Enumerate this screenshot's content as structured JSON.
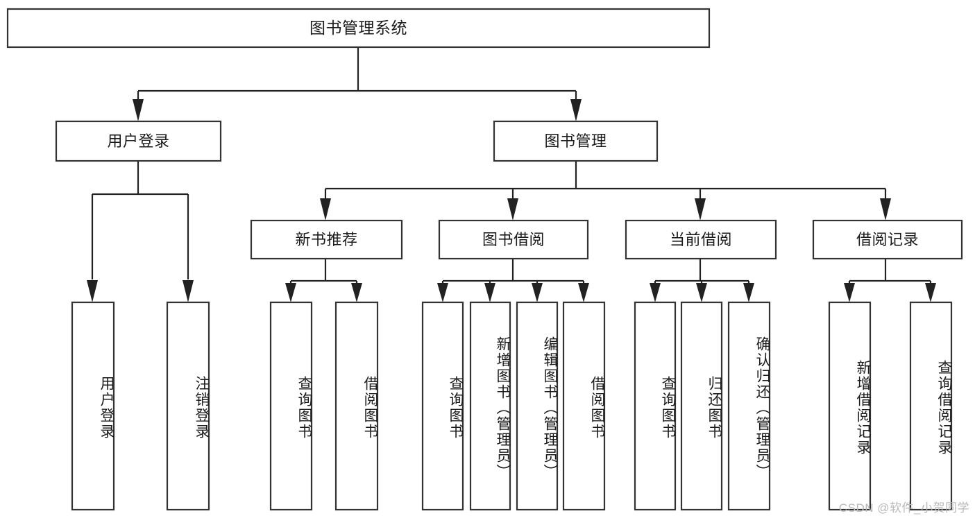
{
  "diagram": {
    "type": "tree",
    "title": "图书管理系统",
    "watermark": "CSDN @软件_小贺同学",
    "colors": {
      "box_stroke": "#333333",
      "box_fill": "#ffffff",
      "connector": "#222222",
      "text": "#1b1b1b",
      "watermark": "#b9b9b9",
      "background": "#ffffff"
    },
    "nodes": {
      "root": {
        "label": "图书管理系统",
        "level": 1,
        "orientation": "horizontal"
      },
      "l2_user_login": {
        "label": "用户登录",
        "level": 2,
        "orientation": "horizontal"
      },
      "l2_book_manage": {
        "label": "图书管理",
        "level": 2,
        "orientation": "horizontal"
      },
      "l3_new_book_rec": {
        "label": "新书推荐",
        "level": 3,
        "orientation": "horizontal"
      },
      "l3_book_borrow": {
        "label": "图书借阅",
        "level": 3,
        "orientation": "horizontal"
      },
      "l3_current_borrow": {
        "label": "当前借阅",
        "level": 3,
        "orientation": "horizontal"
      },
      "l3_borrow_record": {
        "label": "借阅记录",
        "level": 3,
        "orientation": "horizontal"
      },
      "l4_user_login": {
        "label": "用户登录",
        "level": 4,
        "orientation": "vertical"
      },
      "l4_logout_login": {
        "label": "注销登录",
        "level": 4,
        "orientation": "vertical"
      },
      "l4_query_book_a": {
        "label": "查询图书",
        "level": 4,
        "orientation": "vertical"
      },
      "l4_borrow_book_a": {
        "label": "借阅图书",
        "level": 4,
        "orientation": "vertical"
      },
      "l4_query_book_b": {
        "label": "查询图书",
        "level": 4,
        "orientation": "vertical"
      },
      "l4_add_book": {
        "label": "新增图书（管理员）",
        "level": 4,
        "orientation": "vertical"
      },
      "l4_edit_book": {
        "label": "编辑图书（管理员）",
        "level": 4,
        "orientation": "vertical"
      },
      "l4_borrow_book_b": {
        "label": "借阅图书",
        "level": 4,
        "orientation": "vertical"
      },
      "l4_query_book_c": {
        "label": "查询图书",
        "level": 4,
        "orientation": "vertical"
      },
      "l4_return_book": {
        "label": "归还图书",
        "level": 4,
        "orientation": "vertical"
      },
      "l4_confirm_return": {
        "label": "确认归还（管理员）",
        "level": 4,
        "orientation": "vertical"
      },
      "l4_add_record": {
        "label": "新增借阅记录",
        "level": 4,
        "orientation": "vertical"
      },
      "l4_query_record": {
        "label": "查询借阅记录",
        "level": 4,
        "orientation": "vertical"
      }
    },
    "edges": [
      {
        "from": "root",
        "to": "l2_user_login"
      },
      {
        "from": "root",
        "to": "l2_book_manage"
      },
      {
        "from": "l2_user_login",
        "to": "l4_user_login"
      },
      {
        "from": "l2_user_login",
        "to": "l4_logout_login"
      },
      {
        "from": "l2_book_manage",
        "to": "l3_new_book_rec"
      },
      {
        "from": "l2_book_manage",
        "to": "l3_book_borrow"
      },
      {
        "from": "l2_book_manage",
        "to": "l3_current_borrow"
      },
      {
        "from": "l2_book_manage",
        "to": "l3_borrow_record"
      },
      {
        "from": "l3_new_book_rec",
        "to": "l4_query_book_a"
      },
      {
        "from": "l3_new_book_rec",
        "to": "l4_borrow_book_a"
      },
      {
        "from": "l3_book_borrow",
        "to": "l4_query_book_b"
      },
      {
        "from": "l3_book_borrow",
        "to": "l4_add_book"
      },
      {
        "from": "l3_book_borrow",
        "to": "l4_edit_book"
      },
      {
        "from": "l3_book_borrow",
        "to": "l4_borrow_book_b"
      },
      {
        "from": "l3_current_borrow",
        "to": "l4_query_book_c"
      },
      {
        "from": "l3_current_borrow",
        "to": "l4_return_book"
      },
      {
        "from": "l3_current_borrow",
        "to": "l4_confirm_return"
      },
      {
        "from": "l3_borrow_record",
        "to": "l4_add_record"
      },
      {
        "from": "l3_borrow_record",
        "to": "l4_query_record"
      }
    ]
  }
}
